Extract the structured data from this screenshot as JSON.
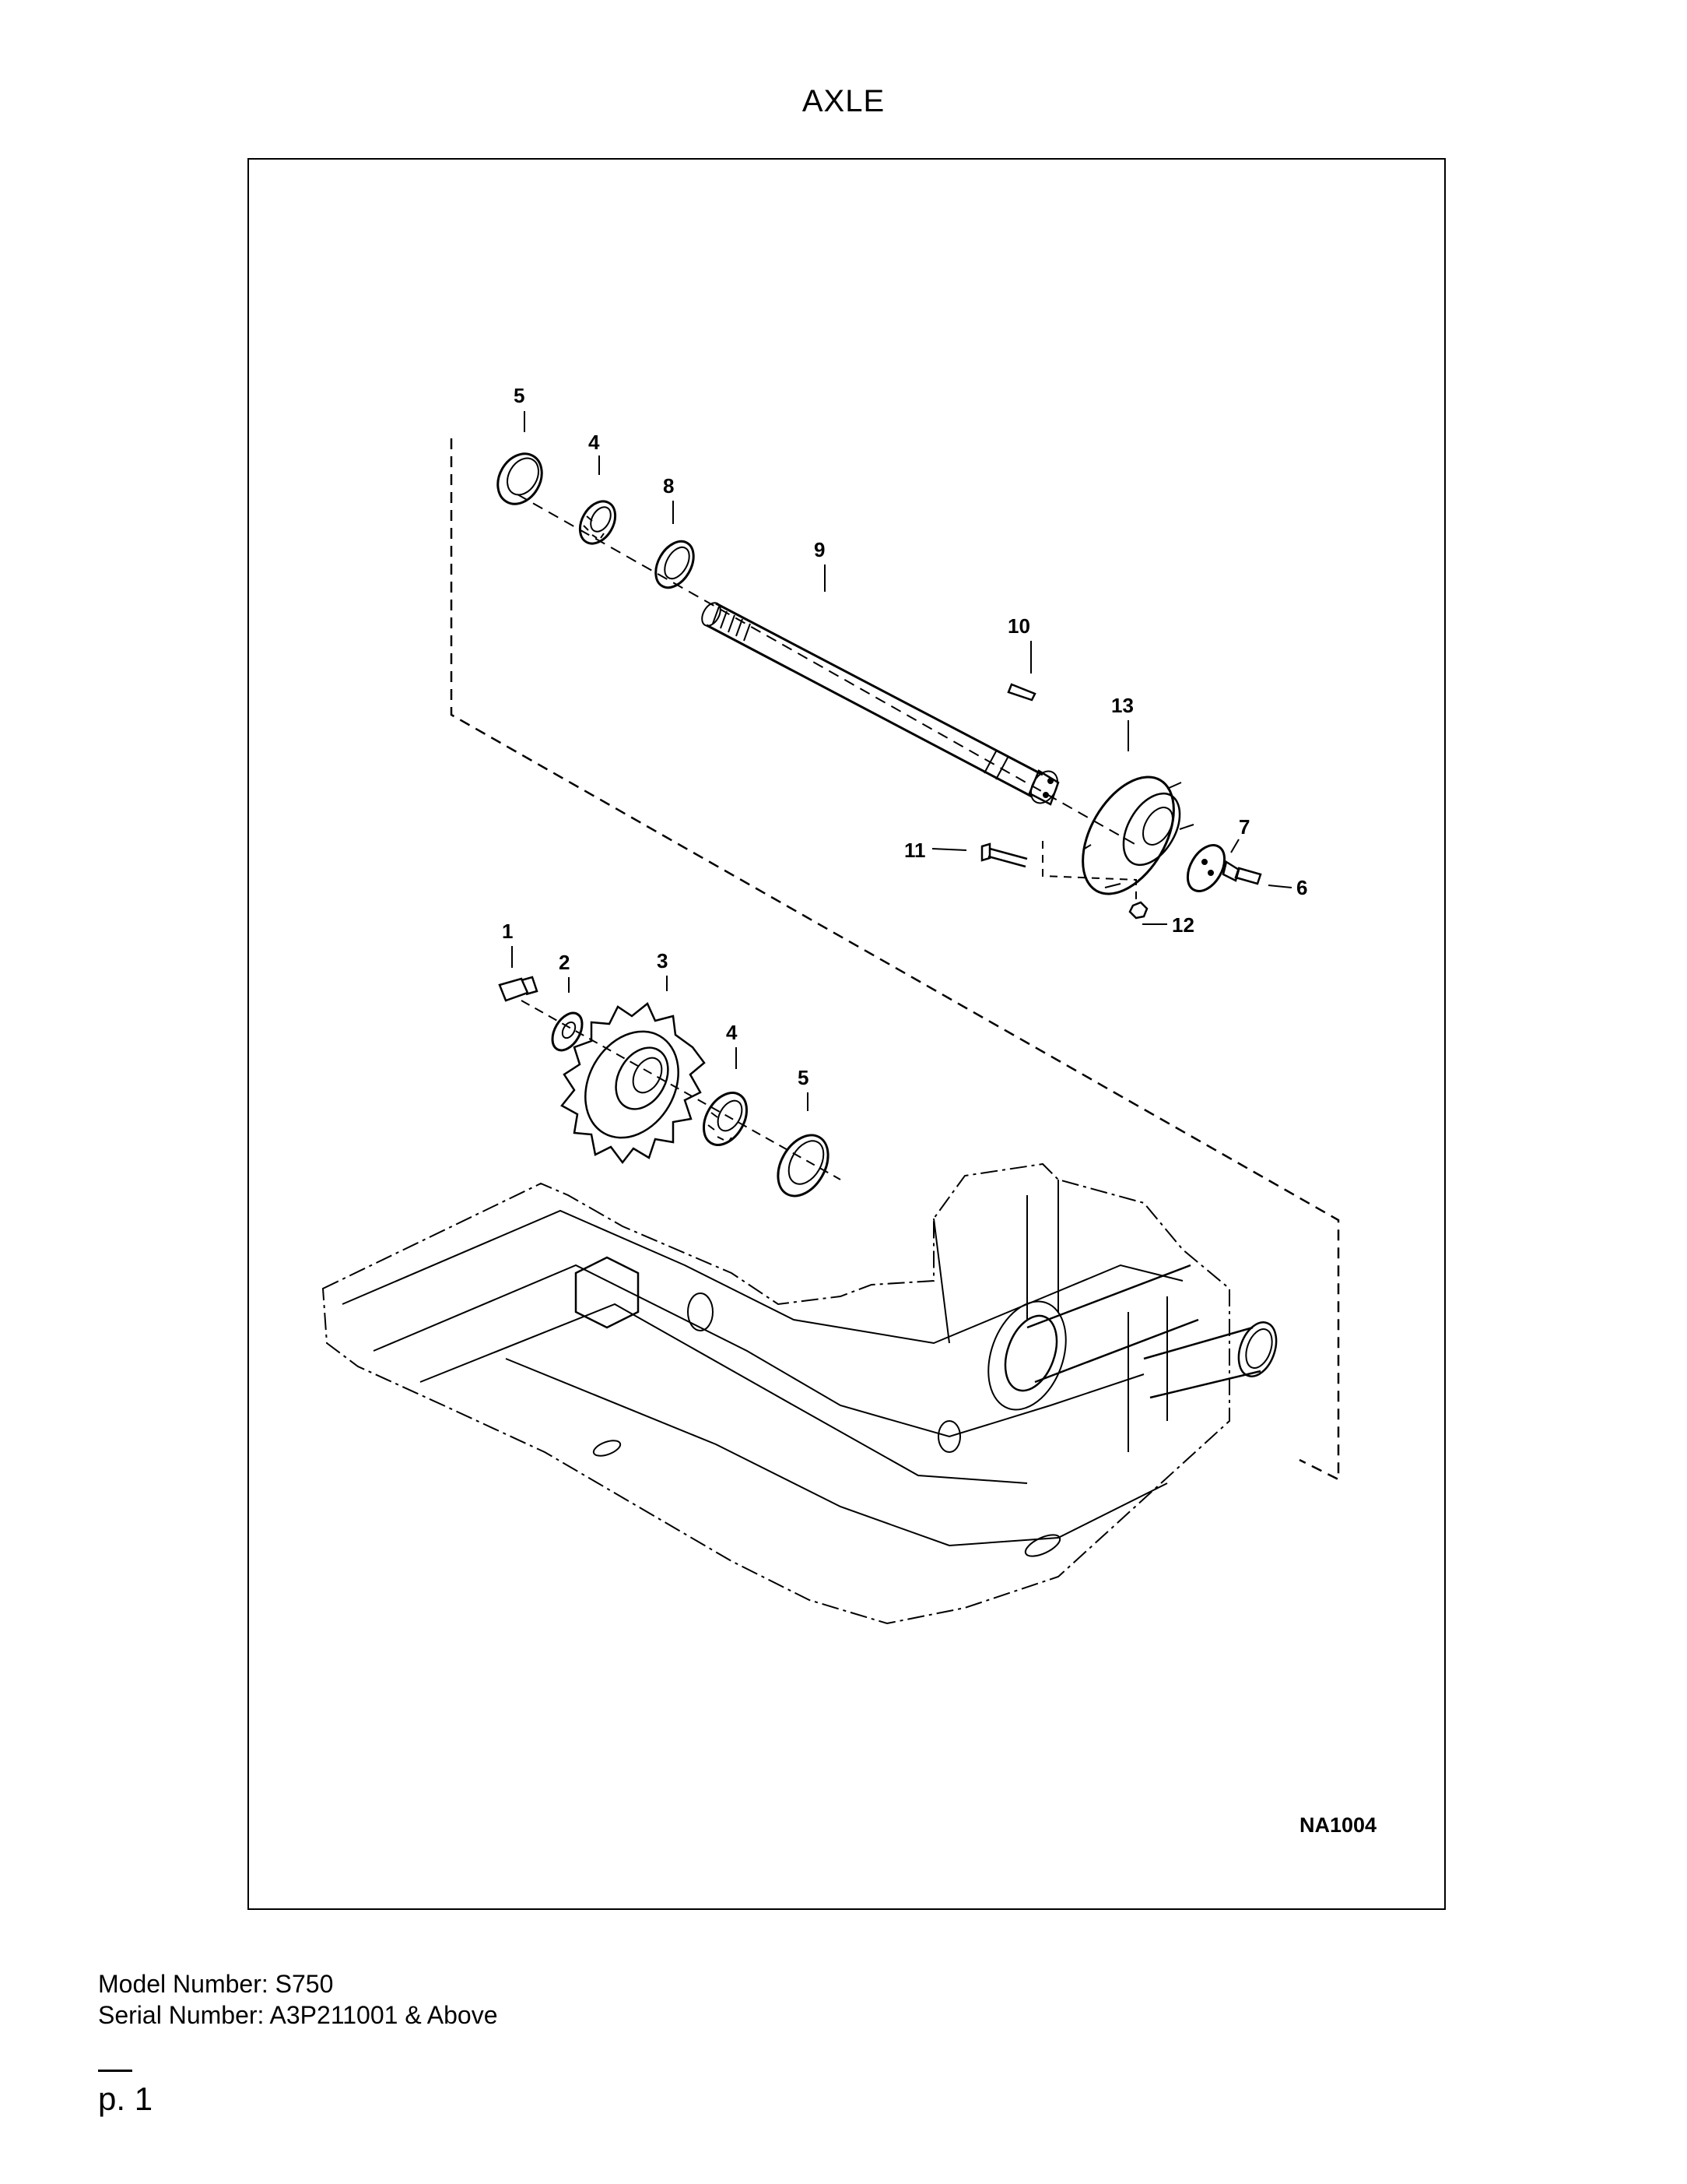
{
  "title": "AXLE",
  "diagram": {
    "code": "NA1004",
    "callouts": [
      "5",
      "4",
      "8",
      "9",
      "10",
      "13",
      "7",
      "6",
      "11",
      "12",
      "1",
      "2",
      "3",
      "4",
      "5"
    ]
  },
  "info": {
    "model": "Model Number: S750",
    "serial": "Serial Number: A3P211001 & Above"
  },
  "page": "p. 1"
}
